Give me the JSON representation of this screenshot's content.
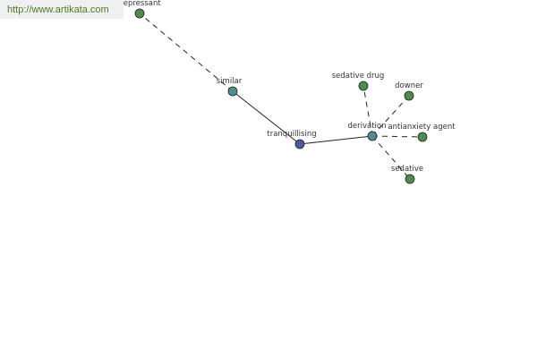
{
  "site_link": "http://www.artikata.com",
  "colors": {
    "root": "#4b5a9a",
    "relation": "#4f8f8f",
    "word": "#4f8a4f",
    "stroke": "#222222"
  },
  "nodes": {
    "root": {
      "label": "tranquillising",
      "kind": "root"
    },
    "similar": {
      "label": "similar",
      "kind": "relation"
    },
    "depressant": {
      "label": "depressant",
      "kind": "word"
    },
    "derivation": {
      "label": "derivation",
      "kind": "relation"
    },
    "sedative_drug": {
      "label": "sedative drug",
      "kind": "word"
    },
    "downer": {
      "label": "downer",
      "kind": "word"
    },
    "antianxiety_agent": {
      "label": "antianxiety agent",
      "kind": "word"
    },
    "sedative": {
      "label": "sedative",
      "kind": "word"
    }
  },
  "edges": [
    {
      "from": "root",
      "to": "similar",
      "style": "solid"
    },
    {
      "from": "similar",
      "to": "depressant",
      "style": "dashed"
    },
    {
      "from": "root",
      "to": "derivation",
      "style": "solid"
    },
    {
      "from": "derivation",
      "to": "sedative_drug",
      "style": "dashed"
    },
    {
      "from": "derivation",
      "to": "downer",
      "style": "dashed"
    },
    {
      "from": "derivation",
      "to": "antianxiety_agent",
      "style": "dashed"
    },
    {
      "from": "derivation",
      "to": "sedative",
      "style": "dashed"
    }
  ]
}
